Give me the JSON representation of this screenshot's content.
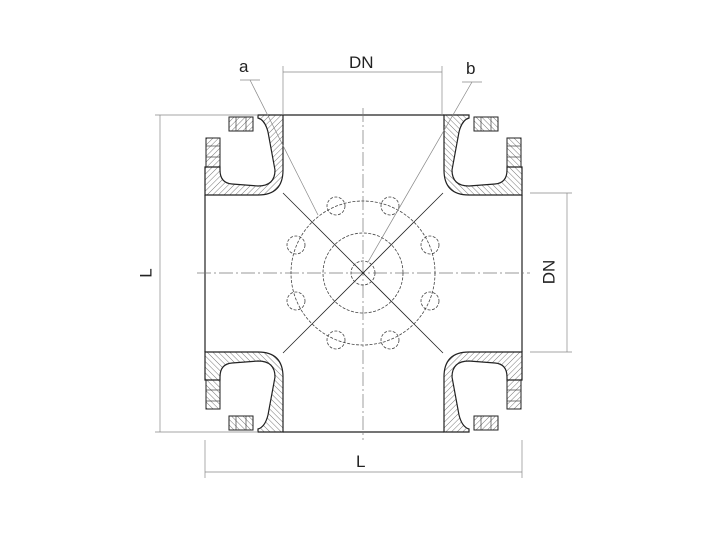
{
  "labels": {
    "a": "a",
    "b": "b",
    "dn_top": "DN",
    "dn_right": "DN",
    "l_left": "L",
    "l_bottom": "L"
  }
}
